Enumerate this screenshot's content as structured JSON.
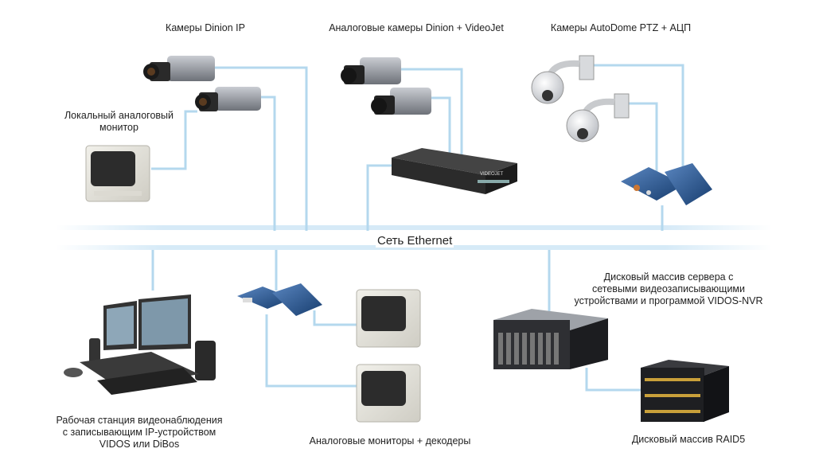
{
  "network": {
    "label": "Сеть Ethernet"
  },
  "groups": {
    "dinion_ip": {
      "label": "Камеры Dinion IP"
    },
    "analog_videojet": {
      "label": "Аналоговые камеры Dinion + VideoJet"
    },
    "autodome": {
      "label": "Камеры AutoDome PTZ + АЦП"
    },
    "local_monitor": {
      "label": "Локальный аналоговый\nмонитор"
    },
    "workstation": {
      "label": "Рабочая станция видеонаблюдения\nс записывающим IP-устройством\nVIDOS или DiBos"
    },
    "monitors_decoders": {
      "label": "Аналоговые мониторы + декодеры"
    },
    "nvr_server": {
      "label": "Дисковый массив сервера с\nсетевыми видеозаписывающими\nустройствами и программой VIDOS-NVR"
    },
    "raid5": {
      "label": "Дисковый массив RAID5"
    }
  },
  "device_text": {
    "videojet_brand": "VIDEOJET"
  },
  "colors": {
    "link": "#b4d8ee",
    "ethernet": "#cfe6f5",
    "device_dark": "#2b2b2b",
    "device_blue": "#1f4f8a"
  }
}
